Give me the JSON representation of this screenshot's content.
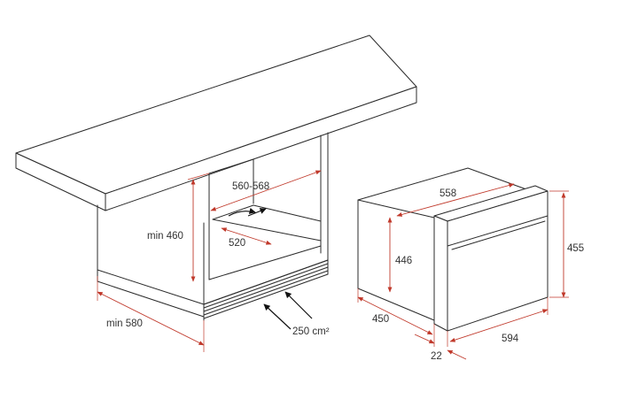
{
  "colors": {
    "line": "#2b2b2b",
    "dimension": "#c0392b",
    "background": "#ffffff"
  },
  "cabinet": {
    "niche_width": "560-568",
    "inner_depth": "520",
    "min_height": "min 460",
    "min_depth": "min 580",
    "ventilation_area": "250 cm²"
  },
  "oven": {
    "depth": "558",
    "body_height": "446",
    "side_depth": "450",
    "front_height": "455",
    "front_width": "594",
    "door_thickness": "22"
  }
}
